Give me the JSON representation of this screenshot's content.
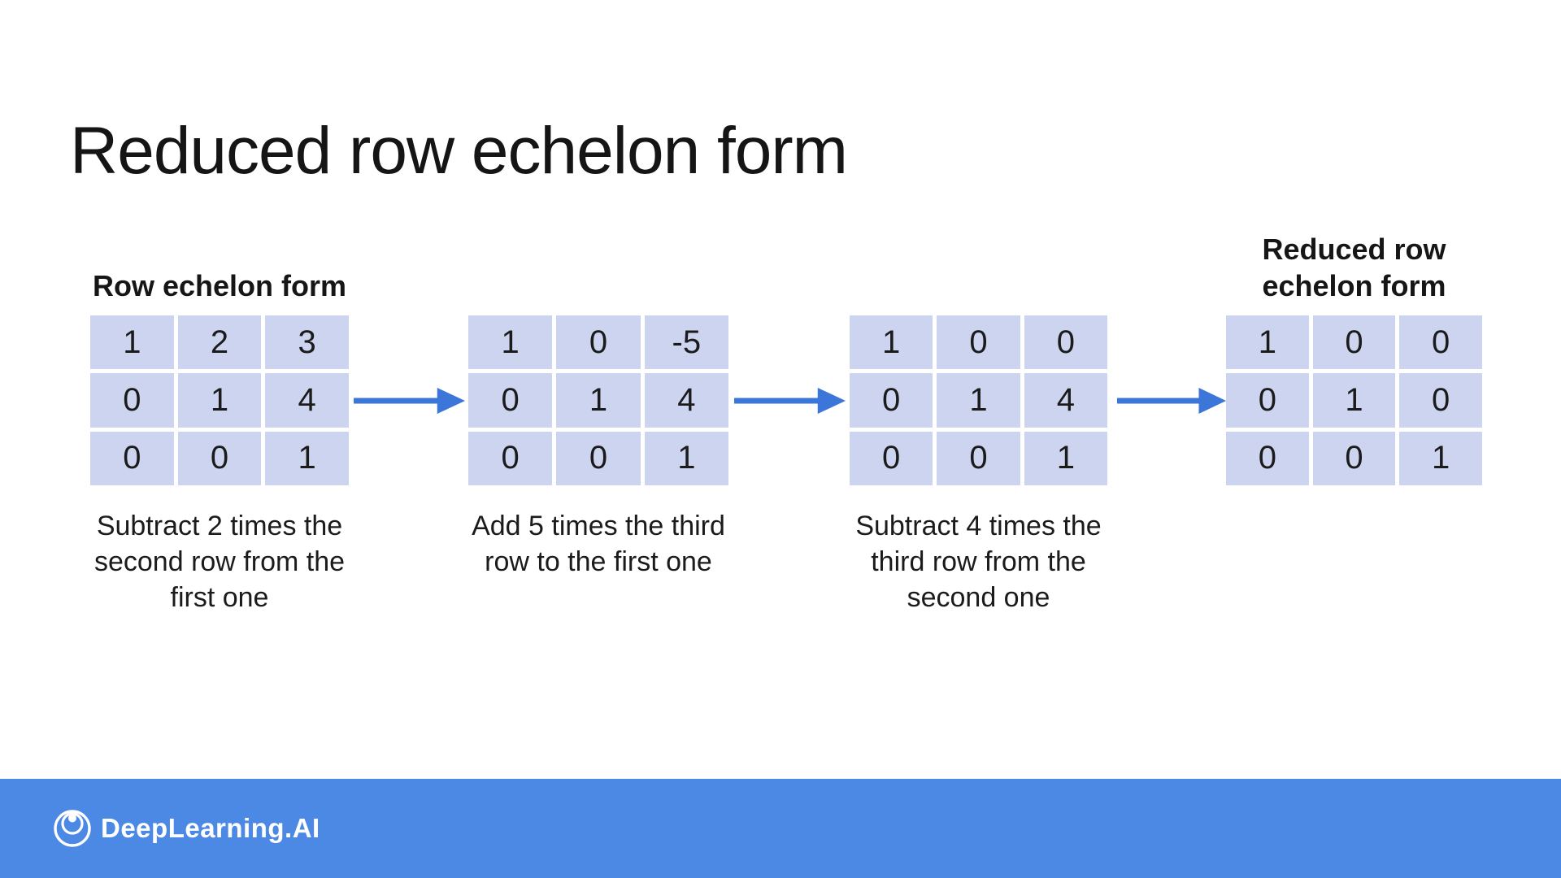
{
  "slide": {
    "title": "Reduced row echelon form"
  },
  "stages": [
    {
      "label_lines": [
        "Row echelon form"
      ],
      "matrix": [
        [
          "1",
          "2",
          "3"
        ],
        [
          "0",
          "1",
          "4"
        ],
        [
          "0",
          "0",
          "1"
        ]
      ],
      "caption_lines": [
        "Subtract 2 times the",
        "second row from the",
        "first one"
      ]
    },
    {
      "label_lines": [],
      "matrix": [
        [
          "1",
          "0",
          "-5"
        ],
        [
          "0",
          "1",
          "4"
        ],
        [
          "0",
          "0",
          "1"
        ]
      ],
      "caption_lines": [
        "Add 5 times the third",
        "row to the first one"
      ]
    },
    {
      "label_lines": [],
      "matrix": [
        [
          "1",
          "0",
          "0"
        ],
        [
          "0",
          "1",
          "4"
        ],
        [
          "0",
          "0",
          "1"
        ]
      ],
      "caption_lines": [
        "Subtract 4 times the",
        "third row from the",
        "second one"
      ]
    },
    {
      "label_lines": [
        "Reduced row",
        "echelon form"
      ],
      "matrix": [
        [
          "1",
          "0",
          "0"
        ],
        [
          "0",
          "1",
          "0"
        ],
        [
          "0",
          "0",
          "1"
        ]
      ],
      "caption_lines": []
    }
  ],
  "footer": {
    "brand": "DeepLearning.AI"
  },
  "colors": {
    "matrix_cell": "#ccd4f0",
    "arrow": "#3b76d8",
    "footer_band": "#4b89e5",
    "text": "#1b1b1b"
  }
}
